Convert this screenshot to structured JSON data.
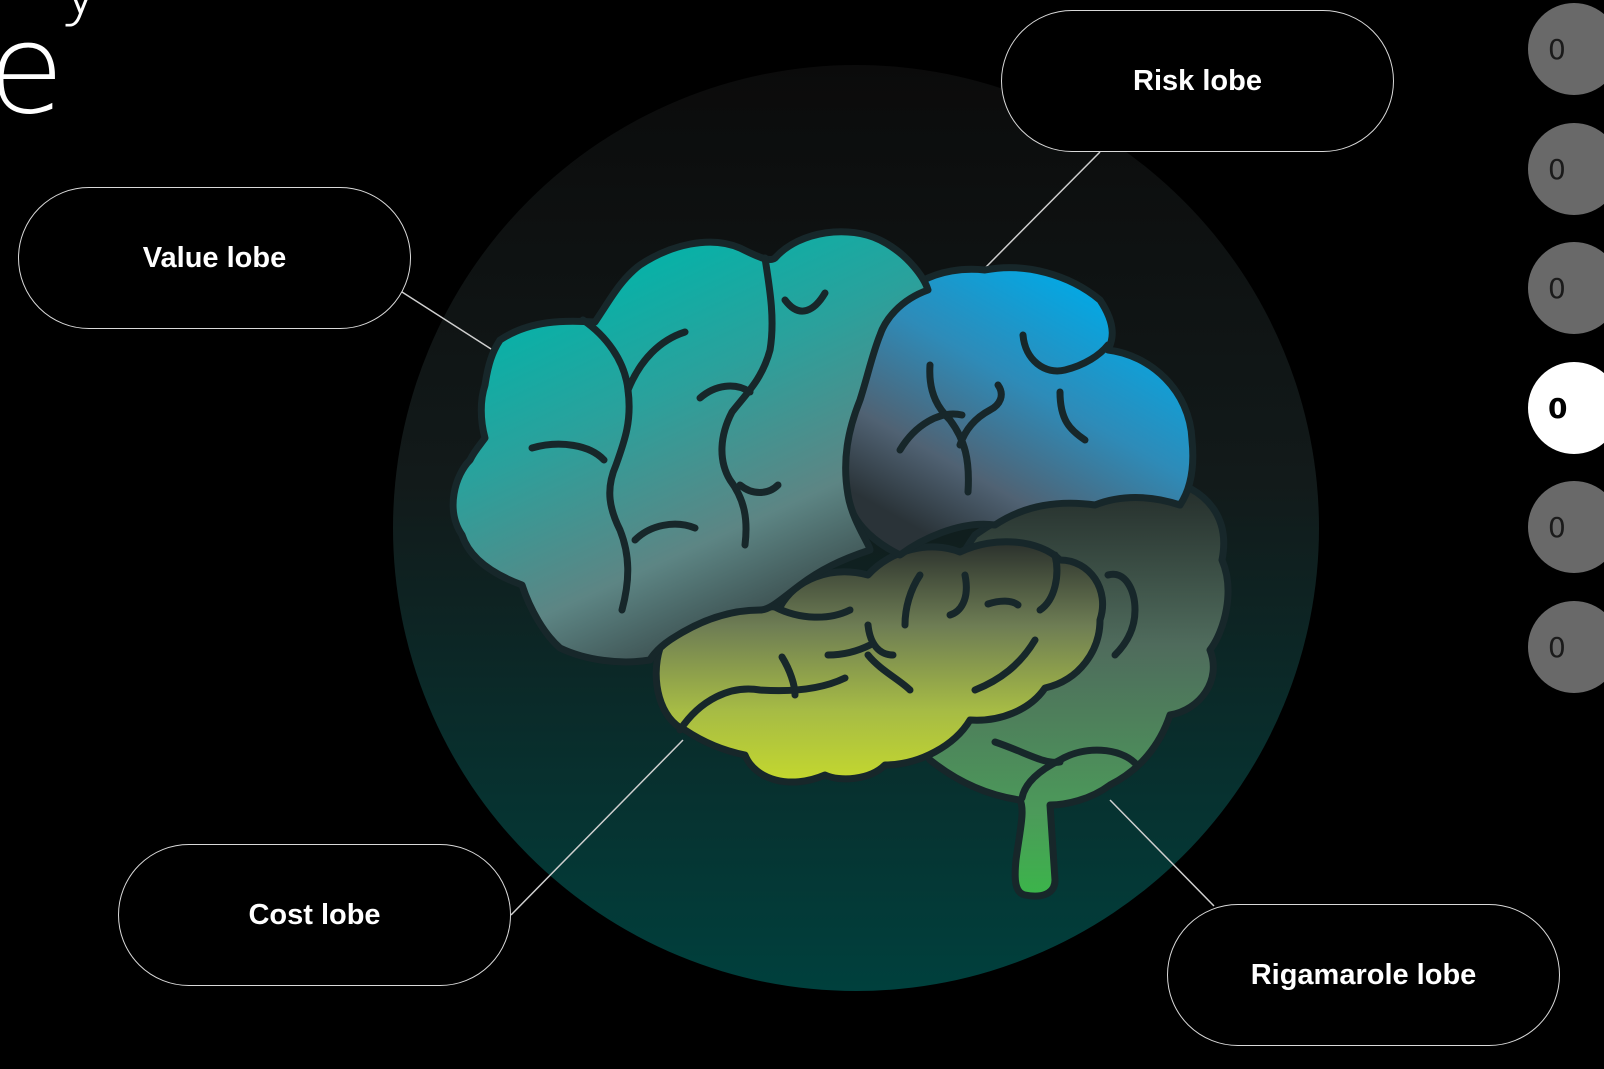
{
  "header": {
    "title_top": "y",
    "title_fragment": "e"
  },
  "labels": {
    "value": "Value lobe",
    "risk": "Risk lobe",
    "cost": "Cost lobe",
    "rigamarole": "Rigamarole lobe"
  },
  "nav": {
    "items": [
      {
        "label": "0",
        "active": false
      },
      {
        "label": "0",
        "active": false
      },
      {
        "label": "0",
        "active": false
      },
      {
        "label": "0",
        "active": true
      },
      {
        "label": "0",
        "active": false
      },
      {
        "label": "0",
        "active": false
      }
    ]
  },
  "colors": {
    "background": "#000000",
    "circle_top": "#0b0b0b",
    "circle_bottom": "#00403d",
    "value_lobe": "#00b5aa",
    "risk_lobe": "#03a8e4",
    "cost_lobe": "#c4d82e",
    "rigamarole_lobe": "#3bb54a",
    "outline": "#17272a",
    "nav_inactive": "#696969",
    "nav_active": "#ffffff"
  }
}
